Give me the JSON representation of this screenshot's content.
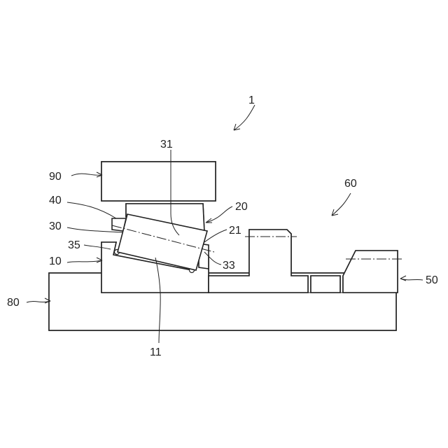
{
  "labels": {
    "assembly": "1",
    "base": "80",
    "inner_ring": "10",
    "inner_raceway": "11",
    "outer_ring": "20",
    "outer_raceway": "21",
    "roller": "30",
    "roller_face": "31",
    "roller_end_small": "33",
    "roller_end_large": "35",
    "cage": "40",
    "housing": "90",
    "gear_body": "50",
    "gear_group": "60"
  }
}
